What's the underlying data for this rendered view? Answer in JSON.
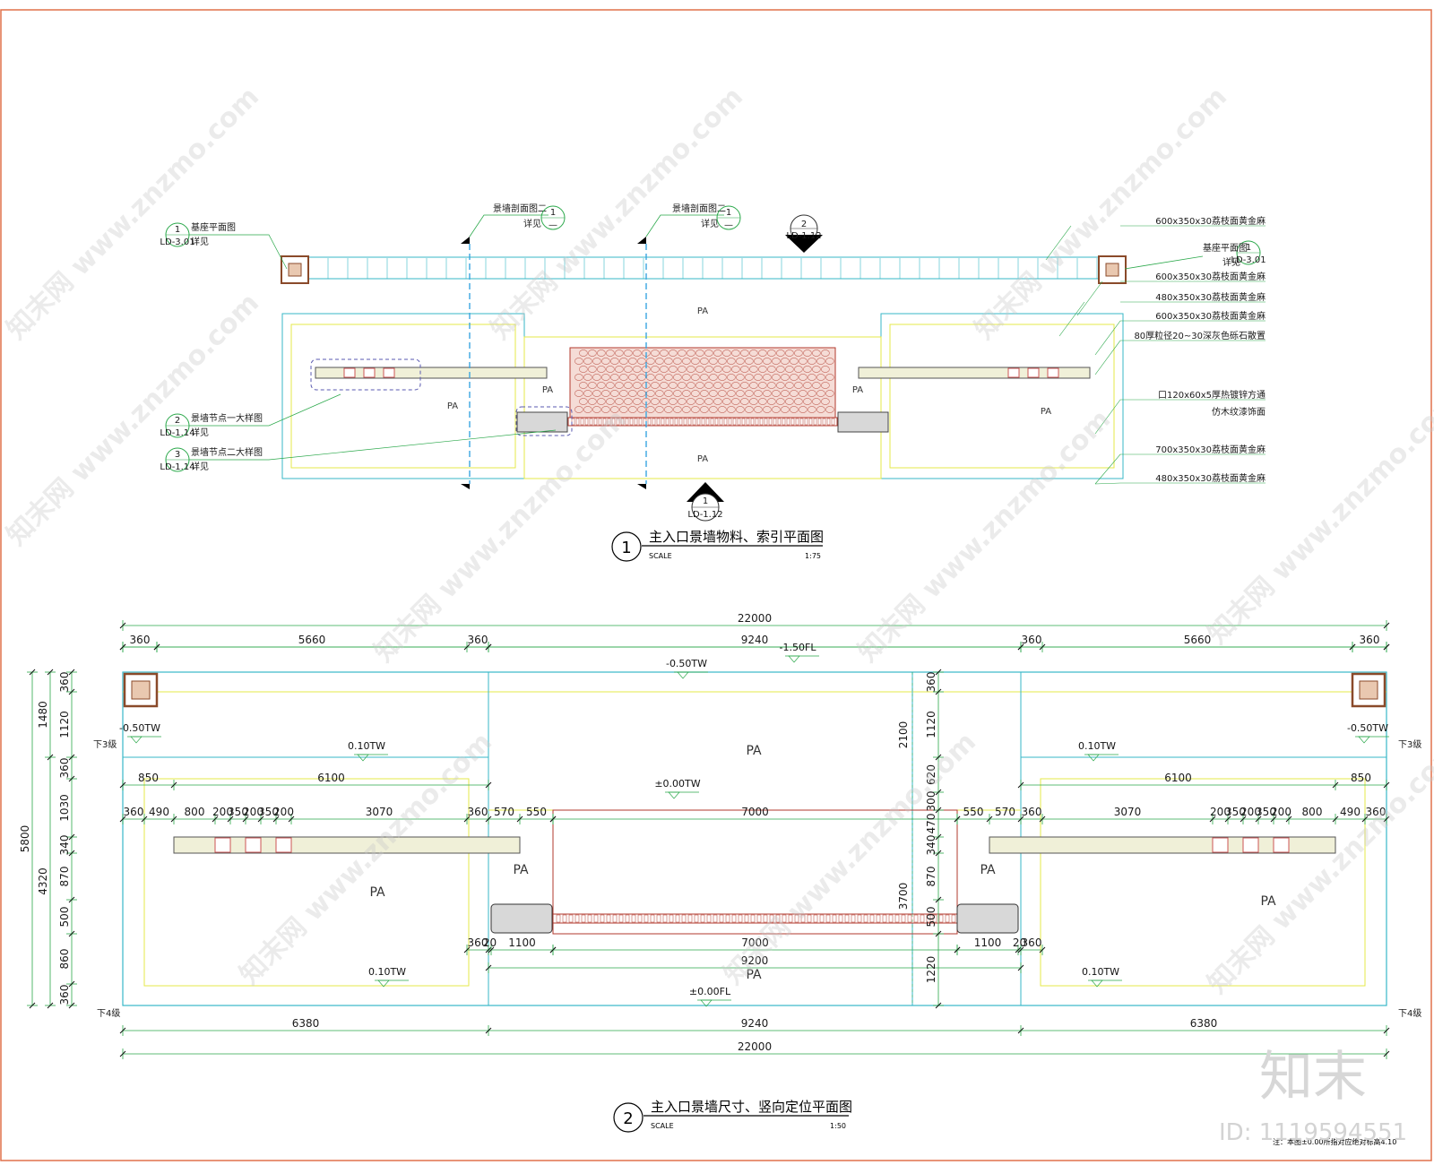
{
  "watermark": {
    "site": "www.znzmo.com",
    "cn": "知末网",
    "logo": "知末",
    "id_label": "ID: 1119594551"
  },
  "plan1": {
    "title": "主入口景墙物料、索引平面图",
    "number": "1",
    "scale_label": "SCALE",
    "scale_value": "1:75",
    "section_marks": [
      {
        "label": "景墙剖面图二",
        "see": "详见",
        "num": "1",
        "ref": "—"
      },
      {
        "label": "景墙剖面图二",
        "see": "详见",
        "num": "1",
        "ref": "—"
      }
    ],
    "elevation_top": {
      "num": "2",
      "ref": "LD-1.12"
    },
    "elevation_bottom": {
      "num": "1",
      "ref": "LD-1.12"
    },
    "left_callouts": [
      {
        "num": "1",
        "ref": "LD-3.01",
        "text": "基座平面图",
        "see": "详见"
      },
      {
        "num": "2",
        "ref": "LD-1.14",
        "text": "景墙节点一大样图",
        "see": "详见"
      },
      {
        "num": "3",
        "ref": "LD-1.14",
        "text": "景墙节点二大样图",
        "see": "详见"
      }
    ],
    "right_callout": {
      "num": "1",
      "ref": "LD-3.01",
      "text": "基座平面图",
      "see": "详见"
    },
    "material_notes": [
      "600x350x30荔枝面黄金麻",
      "600x350x30荔枝面黄金麻",
      "480x350x30荔枝面黄金麻",
      "600x350x30荔枝面黄金麻",
      "80厚粒径20~30深灰色砾石散置",
      "口120x60x5厚热镀锌方通",
      "仿木纹漆饰面",
      "700x350x30荔枝面黄金麻",
      "480x350x30荔枝面黄金麻"
    ],
    "pa": "PA"
  },
  "plan2": {
    "title": "主入口景墙尺寸、竖向定位平面图",
    "number": "2",
    "scale_label": "SCALE",
    "scale_value": "1:50",
    "overall": "22000",
    "top_dims": [
      "360",
      "5660",
      "360",
      "9240",
      "360",
      "5660",
      "360"
    ],
    "bottom_dims": [
      "6380",
      "9240",
      "6380"
    ],
    "left_row": [
      "850",
      "6100"
    ],
    "left_row2": [
      "360",
      "490",
      "800",
      "200",
      "350",
      "200",
      "350",
      "200",
      "3070",
      "360",
      "570",
      "550"
    ],
    "right_row": [
      "6100",
      "850"
    ],
    "right_row2": [
      "550",
      "570",
      "360",
      "3070",
      "200",
      "350",
      "200",
      "350",
      "200",
      "800",
      "490",
      "360"
    ],
    "center_dims": {
      "top": "7000",
      "mid": "7000",
      "bottom": "9200",
      "left_small": [
        "360",
        "20",
        "1100"
      ],
      "right_small": [
        "1100",
        "20",
        "360"
      ]
    },
    "vertical_outer": [
      "5800"
    ],
    "vertical_left": [
      "1480",
      "4320"
    ],
    "vertical_inner": [
      "360",
      "1120",
      "360",
      "1030",
      "340",
      "870",
      "500",
      "860",
      "360"
    ],
    "vertical_center": [
      "360",
      "1120",
      "620",
      "300",
      "470",
      "340",
      "870",
      "500",
      "1220"
    ],
    "center_heights": {
      "upper": "2100",
      "lower": "3700"
    },
    "levels": {
      "top": "-0.50TW",
      "top_fl": "-1.50FL",
      "left_corner": "-0.50TW",
      "right_corner": "-0.50TW",
      "left_wall": "0.10TW",
      "right_wall": "0.10TW",
      "center": "±0.00TW",
      "left_low": "0.10TW",
      "right_low": "0.10TW",
      "center_fl": "±0.00FL"
    },
    "step_labels": {
      "top": "下3级",
      "bottom": "下4级"
    },
    "pa": "PA",
    "note": "注：本图±0.00所指对应绝对标高4.10"
  }
}
